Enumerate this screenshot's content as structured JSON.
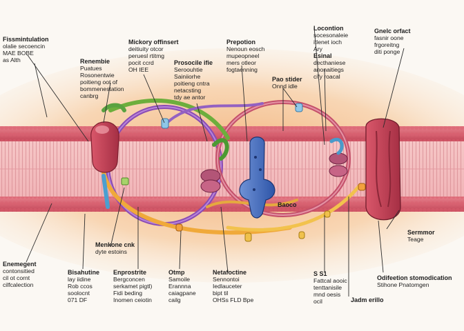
{
  "labels": [
    {
      "id": "lbl-top-left",
      "lines": [
        "Fissmintulation",
        "olalie secoencin",
        "MAE BOBE",
        "as Alth"
      ]
    },
    {
      "id": "lbl-receptor",
      "lines": [
        "Renembie",
        "Puatues",
        "Rosonentwie",
        "poitieng oot of",
        "bommenestation",
        "canbrg"
      ]
    },
    {
      "id": "lbl-mickory",
      "lines": [
        "Mickory offinsert",
        "deitiuity otcor",
        "peruesl rtitmg",
        "pocit ccrd",
        "OH IEE"
      ]
    },
    {
      "id": "lbl-prosocile",
      "lines": [
        "Prosocile ifie",
        "Seroouhtie",
        "Sainiiorhe",
        "poitieng cntra",
        "netacsting",
        "tdy ae antor"
      ]
    },
    {
      "id": "lbl-prepotion",
      "lines": [
        "Prepotion",
        "Nenoun eosch",
        "mupeopneel",
        "mers otleor",
        "fogtaenning"
      ]
    },
    {
      "id": "lbl-locontion",
      "lines": [
        "Locontion",
        "socesonaleie",
        "itlenet ioch",
        "Ary"
      ]
    },
    {
      "id": "lbl-esinal",
      "lines": [
        "Esinal",
        "decthaniese",
        "anonaitiegs",
        "cify roacal"
      ]
    },
    {
      "id": "lbl-pao",
      "lines": [
        "Pao stider",
        "Onnd idle"
      ]
    },
    {
      "id": "lbl-gnelc",
      "lines": [
        "Gnelc orfact",
        "fasnir oone",
        "frgoreitng",
        "diti ponge"
      ]
    },
    {
      "id": "lbl-menkone",
      "lines": [
        "Menkone cnk",
        "dyte estoins"
      ]
    },
    {
      "id": "lbl-baoco",
      "lines": [
        "Baoco"
      ]
    },
    {
      "id": "lbl-sermmor",
      "lines": [
        "Sermmor",
        "Teage"
      ]
    },
    {
      "id": "lbl-enemegent",
      "lines": [
        "Enemegent",
        "contonsitied",
        "cil ot cornt",
        "cilfcalection"
      ]
    },
    {
      "id": "lbl-bisahutine",
      "lines": [
        "Bisahutine",
        "lay iidine",
        "Rob ccos",
        "soolocnt",
        "071 DF"
      ]
    },
    {
      "id": "lbl-enprostrite",
      "lines": [
        "Enprostrite",
        "Bergconcen",
        "serkamet pigtl)",
        "Fidi beding",
        "Inomen ceiotin"
      ]
    },
    {
      "id": "lbl-otmp",
      "lines": [
        "Otmp",
        "Samoile",
        "Erannna",
        "caiagpane",
        "cailg"
      ]
    },
    {
      "id": "lbl-netafoctine",
      "lines": [
        "Netafoctine",
        "Sennontoi",
        "Iedlauceter",
        "bipt til",
        "OHSs FLD Bpe"
      ]
    },
    {
      "id": "lbl-ssi",
      "lines": [
        "S S1",
        "Fattcal aooic",
        "tenttanisile",
        "mnd oesis",
        "ocil"
      ]
    },
    {
      "id": "lbl-jadm",
      "lines": [
        "Jadm erillo"
      ]
    },
    {
      "id": "lbl-odifer",
      "lines": [
        "Odifeetion stomodication",
        "Stihone Pnatomgen"
      ]
    }
  ]
}
